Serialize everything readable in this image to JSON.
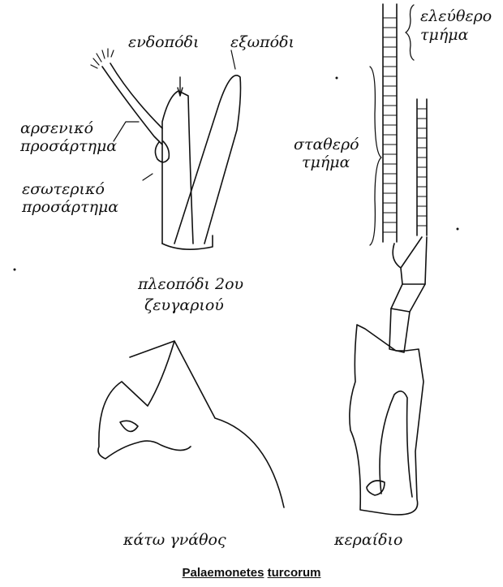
{
  "pleopod": {
    "endopod": "ενδοπόδι",
    "exopod": "εξωπόδι",
    "male_appendix_line1": "αρσενικό",
    "male_appendix_line2": "προσάρτημα",
    "inner_appendix_line1": "εσωτερικό",
    "inner_appendix_line2": "προσάρτημα",
    "pleopod_line1": "πλεοπόδι 2ου",
    "pleopod_line2": "ζευγαριού"
  },
  "antenna": {
    "free_part_line1": "ελεύθερο",
    "free_part_line2": "τμήμα",
    "fixed_part_line1": "σταθερό",
    "fixed_part_line2": "τμήμα",
    "name": "κεραίδιο"
  },
  "mandible": {
    "name": "κάτω γνάθος"
  },
  "caption": {
    "genus": "Palaemonetes",
    "species": "turcorum"
  }
}
